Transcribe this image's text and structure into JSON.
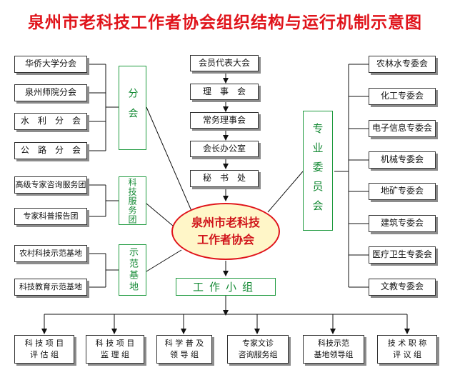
{
  "title": "泉州市老科技工作者协会组织结构与运行机制示意图",
  "center": {
    "line1": "泉州市老科技",
    "line2": "工作者协会"
  },
  "chain": [
    "会员代表大会",
    "理　事　会",
    "常务理事会",
    "会长办公室",
    "秘　书　处"
  ],
  "branch": {
    "label": "分会",
    "items": [
      "华侨大学分会",
      "泉州师院分会",
      "水　利　分　会",
      "公　路　分　会"
    ]
  },
  "service": {
    "label": "科技服务团",
    "items": [
      "高级专家咨询服务团",
      "专家科普报告团"
    ]
  },
  "demo": {
    "label": "示范基地",
    "items": [
      "农村科技示范基地",
      "科技教育示范基地"
    ]
  },
  "committee": {
    "label": "专业委员会",
    "items": [
      "农林水专委会",
      "化工专委会",
      "电子信息专委会",
      "机械专委会",
      "地矿专委会",
      "建筑专委会",
      "医疗卫生专委会",
      "文教专委会"
    ]
  },
  "workgroup": {
    "label": "工作小组",
    "items": [
      {
        "line1": "科 技 项 目",
        "line2": "评 估 组"
      },
      {
        "line1": "科 技 项 目",
        "line2": "监 理 组"
      },
      {
        "line1": "科 学 普 及",
        "line2": "领 导 组"
      },
      {
        "line1": "专家文诊",
        "line2": "咨询服务组"
      },
      {
        "line1": "科技示范",
        "line2": "基地领导组"
      },
      {
        "line1": "技 术 职 称",
        "line2": "评 议 组"
      }
    ]
  },
  "colors": {
    "title": "#e0141b",
    "group_border": "#1e9a3e",
    "center_fill": "#fff6c8"
  }
}
